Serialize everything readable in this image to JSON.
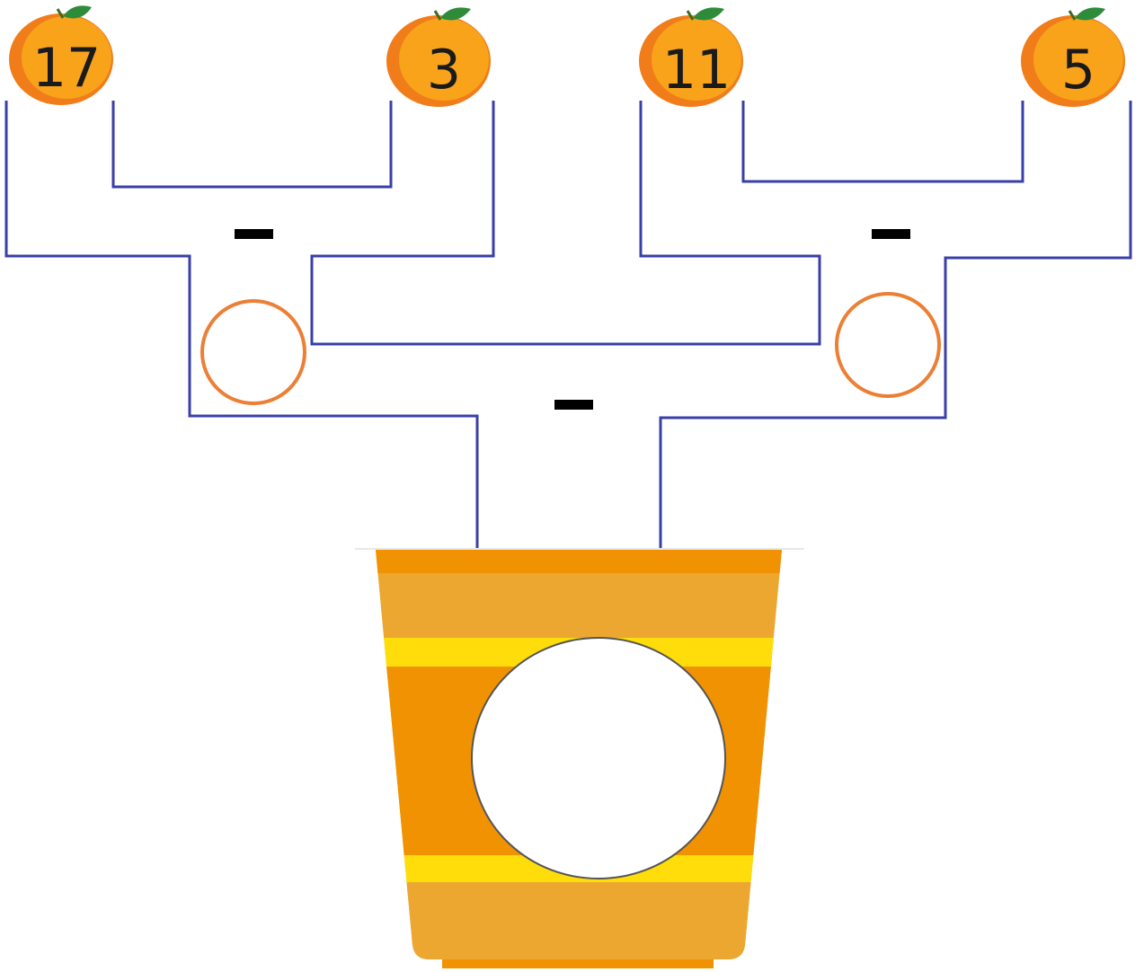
{
  "puzzle": {
    "oranges": [
      {
        "label": "17"
      },
      {
        "label": "3"
      },
      {
        "label": "11"
      },
      {
        "label": "5"
      }
    ],
    "operators": {
      "left": "−",
      "right": "−",
      "bottom": "−"
    },
    "answer_slots": {
      "left": "",
      "right": "",
      "cup": ""
    }
  },
  "colors": {
    "pipe": "#3a3fa8",
    "orange_body": "#f9a31b",
    "orange_shade": "#f07d1a",
    "leaf": "#2e8b3a",
    "slot_ring": "#ec7f36",
    "cup_dark": "#f19203",
    "cup_light": "#eba730",
    "cup_stripe": "#ffdd0a"
  }
}
